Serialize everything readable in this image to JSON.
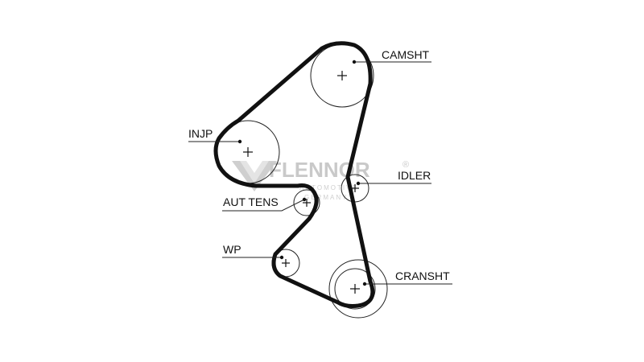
{
  "labels": {
    "camshaft": "CAMSHT",
    "injection_pump": "INJP",
    "idler": "IDLER",
    "auto_tensioner": "AUT TENS",
    "water_pump": "WP",
    "crankshaft": "CRANSHT"
  },
  "watermark": {
    "brand": "FLENNOR",
    "registered": "®",
    "subline_1": "AUTOMOTIVE",
    "subline_2": "GERMANY"
  },
  "colors": {
    "belt": "#111111",
    "watermark": "#c9c9c9"
  }
}
